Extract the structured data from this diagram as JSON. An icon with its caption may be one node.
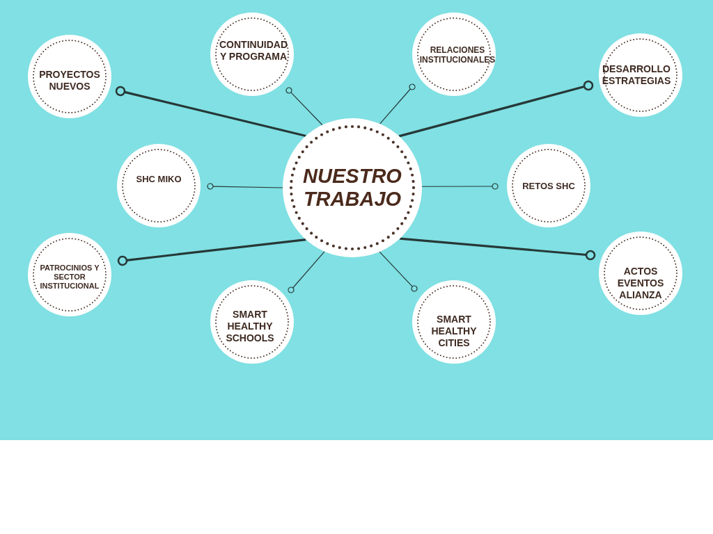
{
  "diagram": {
    "nodes": [
      {
        "text": [
          "NUESTRO TRABAJO"
        ]
      },
      {
        "text": [
          "PROYECTOS NUEVOS"
        ]
      },
      {
        "text": [
          "CONTINUIDAD Y PROGRAMA"
        ]
      },
      {
        "text": [
          "RELACIONES INSTITUCIONALES"
        ]
      },
      {
        "text": [
          "DESARROLLO ESTRATEGIAS"
        ]
      },
      {
        "text": [
          "SHC MIKO"
        ]
      },
      {
        "text": [
          "RETOS SHC"
        ]
      },
      {
        "text": [
          "PATROCINIOS Y SECTOR INSTITUCIONAL"
        ]
      },
      {
        "text": [
          "SMART HEALTHY SCHOOLS"
        ]
      },
      {
        "text": [
          "SMART HEALTHY CITIES"
        ]
      },
      {
        "text": [
          "ACTOS EVENTOS ALIANZA"
        ]
      }
    ],
    "edges": [
      {
        "from": 0,
        "to": 1,
        "arrow": "other",
        "style": "thick"
      },
      {
        "from": 0,
        "to": 2,
        "arrow": "other"
      },
      {
        "from": 0,
        "to": 3,
        "arrow": "other"
      },
      {
        "from": 0,
        "to": 4,
        "arrow": "other",
        "style": "thick"
      },
      {
        "from": 0,
        "to": 5,
        "arrow": "other"
      },
      {
        "from": 0,
        "to": 6,
        "arrow": "other"
      },
      {
        "from": 0,
        "to": 7,
        "arrow": "other",
        "style": "thick"
      },
      {
        "from": 0,
        "to": 8,
        "arrow": "other"
      },
      {
        "from": 0,
        "to": 9,
        "arrow": "other"
      },
      {
        "from": 0,
        "to": 10,
        "arrow": "other",
        "style": "thick"
      }
    ]
  }
}
